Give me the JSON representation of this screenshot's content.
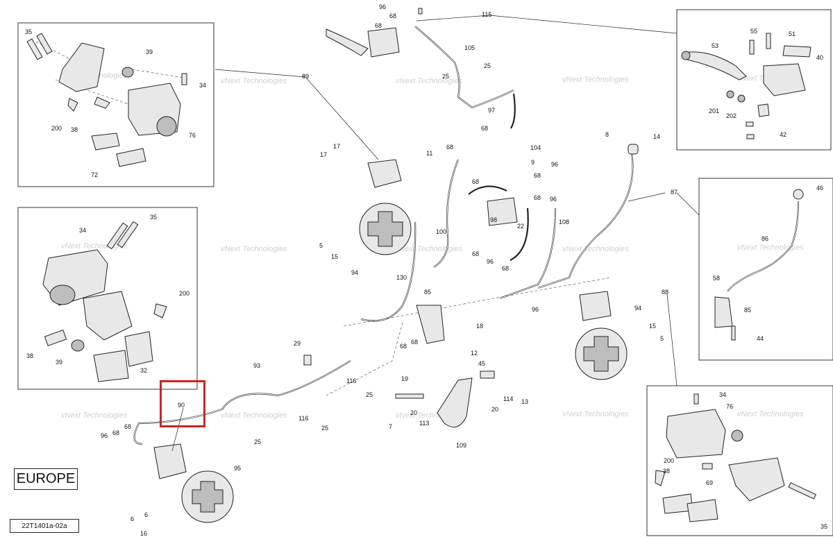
{
  "diagram": {
    "region_label": "EUROPE",
    "doc_code": "22T1401a-02a",
    "watermark": "vNext Technologies",
    "highlight_color": "#d42020",
    "highlighted_part": "90",
    "inset_top_left": [
      "35",
      "39",
      "34",
      "200",
      "38",
      "76",
      "72"
    ],
    "inset_mid_left": [
      "35",
      "34",
      "200",
      "38",
      "39",
      "32"
    ],
    "inset_top_right": [
      "55",
      "51",
      "53",
      "40",
      "201",
      "202",
      "42"
    ],
    "inset_mid_right": [
      "46",
      "86",
      "58",
      "85",
      "44"
    ],
    "inset_bottom_right": [
      "34",
      "76",
      "200",
      "38",
      "69",
      "35"
    ],
    "main_labels": [
      "96",
      "68",
      "115",
      "68",
      "105",
      "25",
      "25",
      "97",
      "68",
      "89",
      "17",
      "17",
      "11",
      "68",
      "104",
      "9",
      "96",
      "96",
      "68",
      "68",
      "8",
      "14",
      "87",
      "68",
      "98",
      "22",
      "100",
      "108",
      "5",
      "15",
      "94",
      "96",
      "68",
      "68",
      "96",
      "130",
      "85",
      "18",
      "94",
      "88",
      "15",
      "5",
      "68",
      "68",
      "29",
      "12",
      "45",
      "93",
      "116",
      "19",
      "20",
      "114",
      "13",
      "25",
      "116",
      "25",
      "7",
      "20",
      "113",
      "109",
      "90",
      "68",
      "96",
      "68",
      "25",
      "95",
      "6",
      "6",
      "16"
    ]
  }
}
